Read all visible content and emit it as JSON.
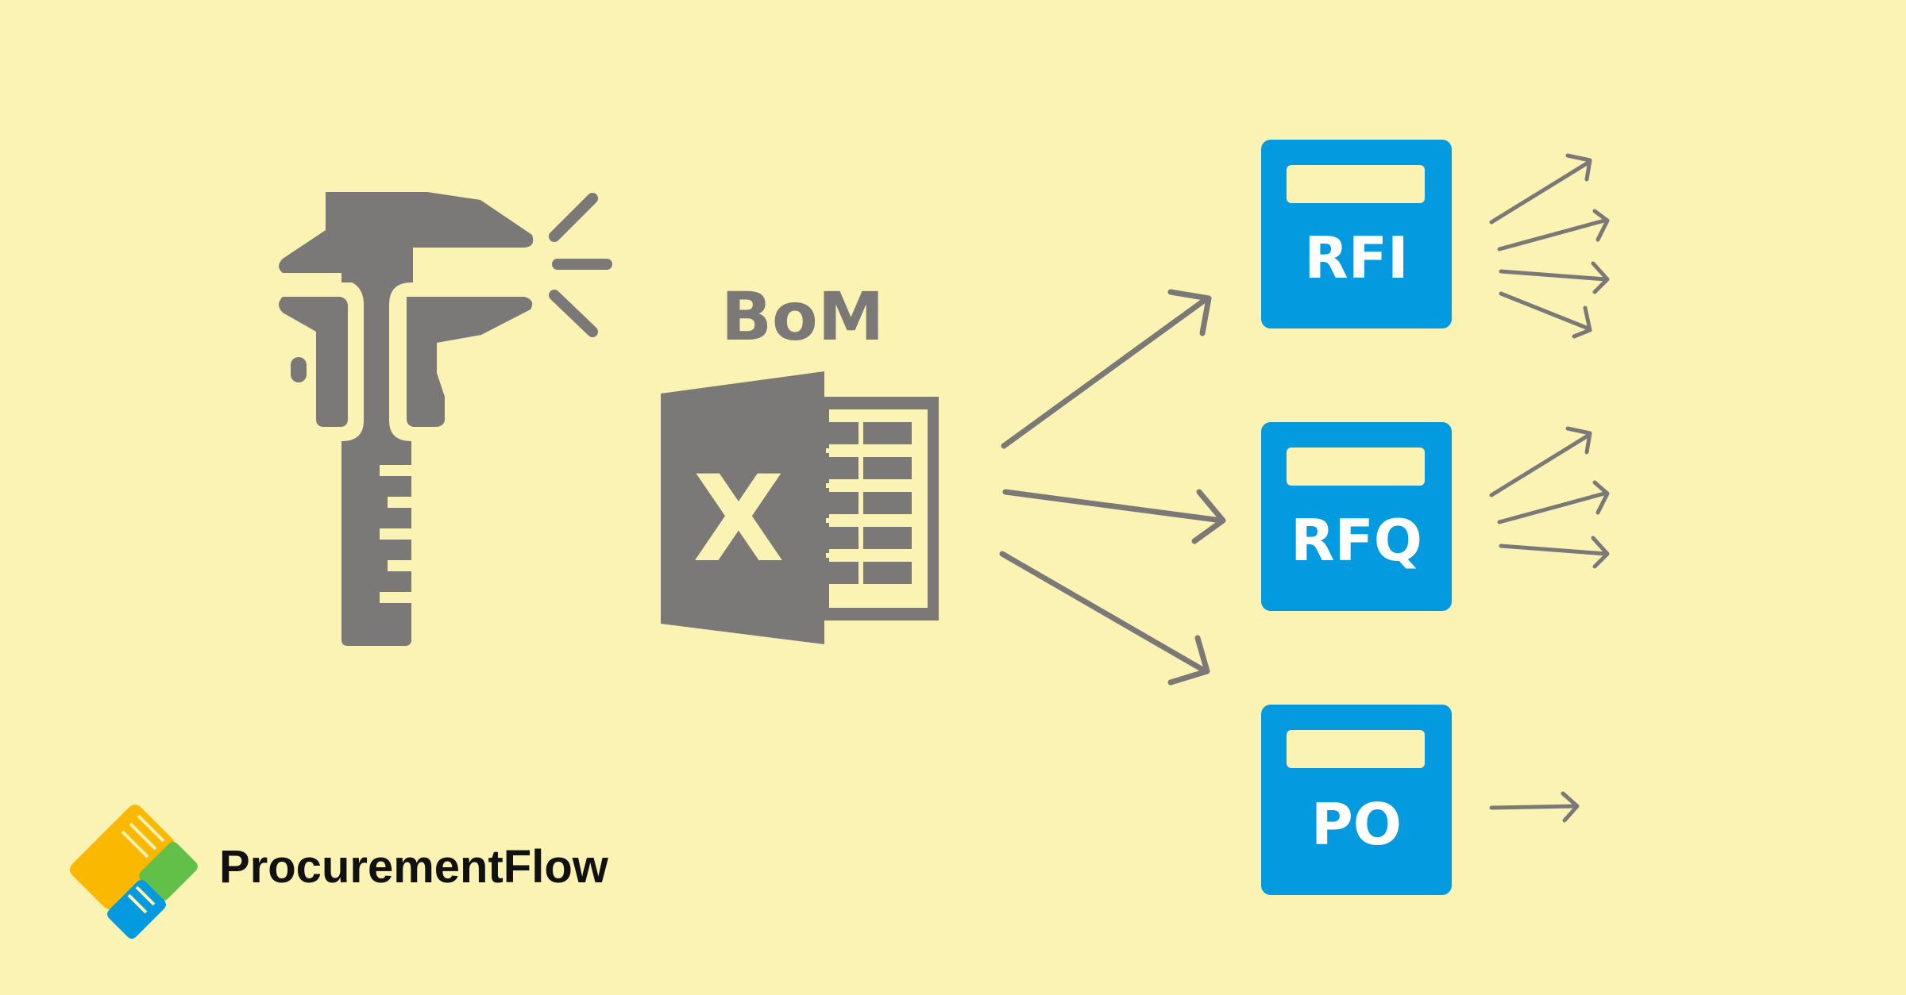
{
  "bom": {
    "label": "BoM"
  },
  "spreadsheet": {
    "icon": "excel-spreadsheet-icon",
    "glyph": "X"
  },
  "measure": {
    "icon": "caliper-icon"
  },
  "documents": [
    {
      "label": "RFI",
      "outputs": 4
    },
    {
      "label": "RFQ",
      "outputs": 3
    },
    {
      "label": "PO",
      "outputs": 1
    }
  ],
  "brand": {
    "name": "ProcurementFlow",
    "logo": "procurementflow-logo"
  },
  "colors": {
    "background": "#faf3b4",
    "icon": "#7a7977",
    "document_blue": "#039ae0",
    "logo_yellow": "#fbb800",
    "logo_green": "#62bf47",
    "logo_blue": "#039ae0"
  }
}
